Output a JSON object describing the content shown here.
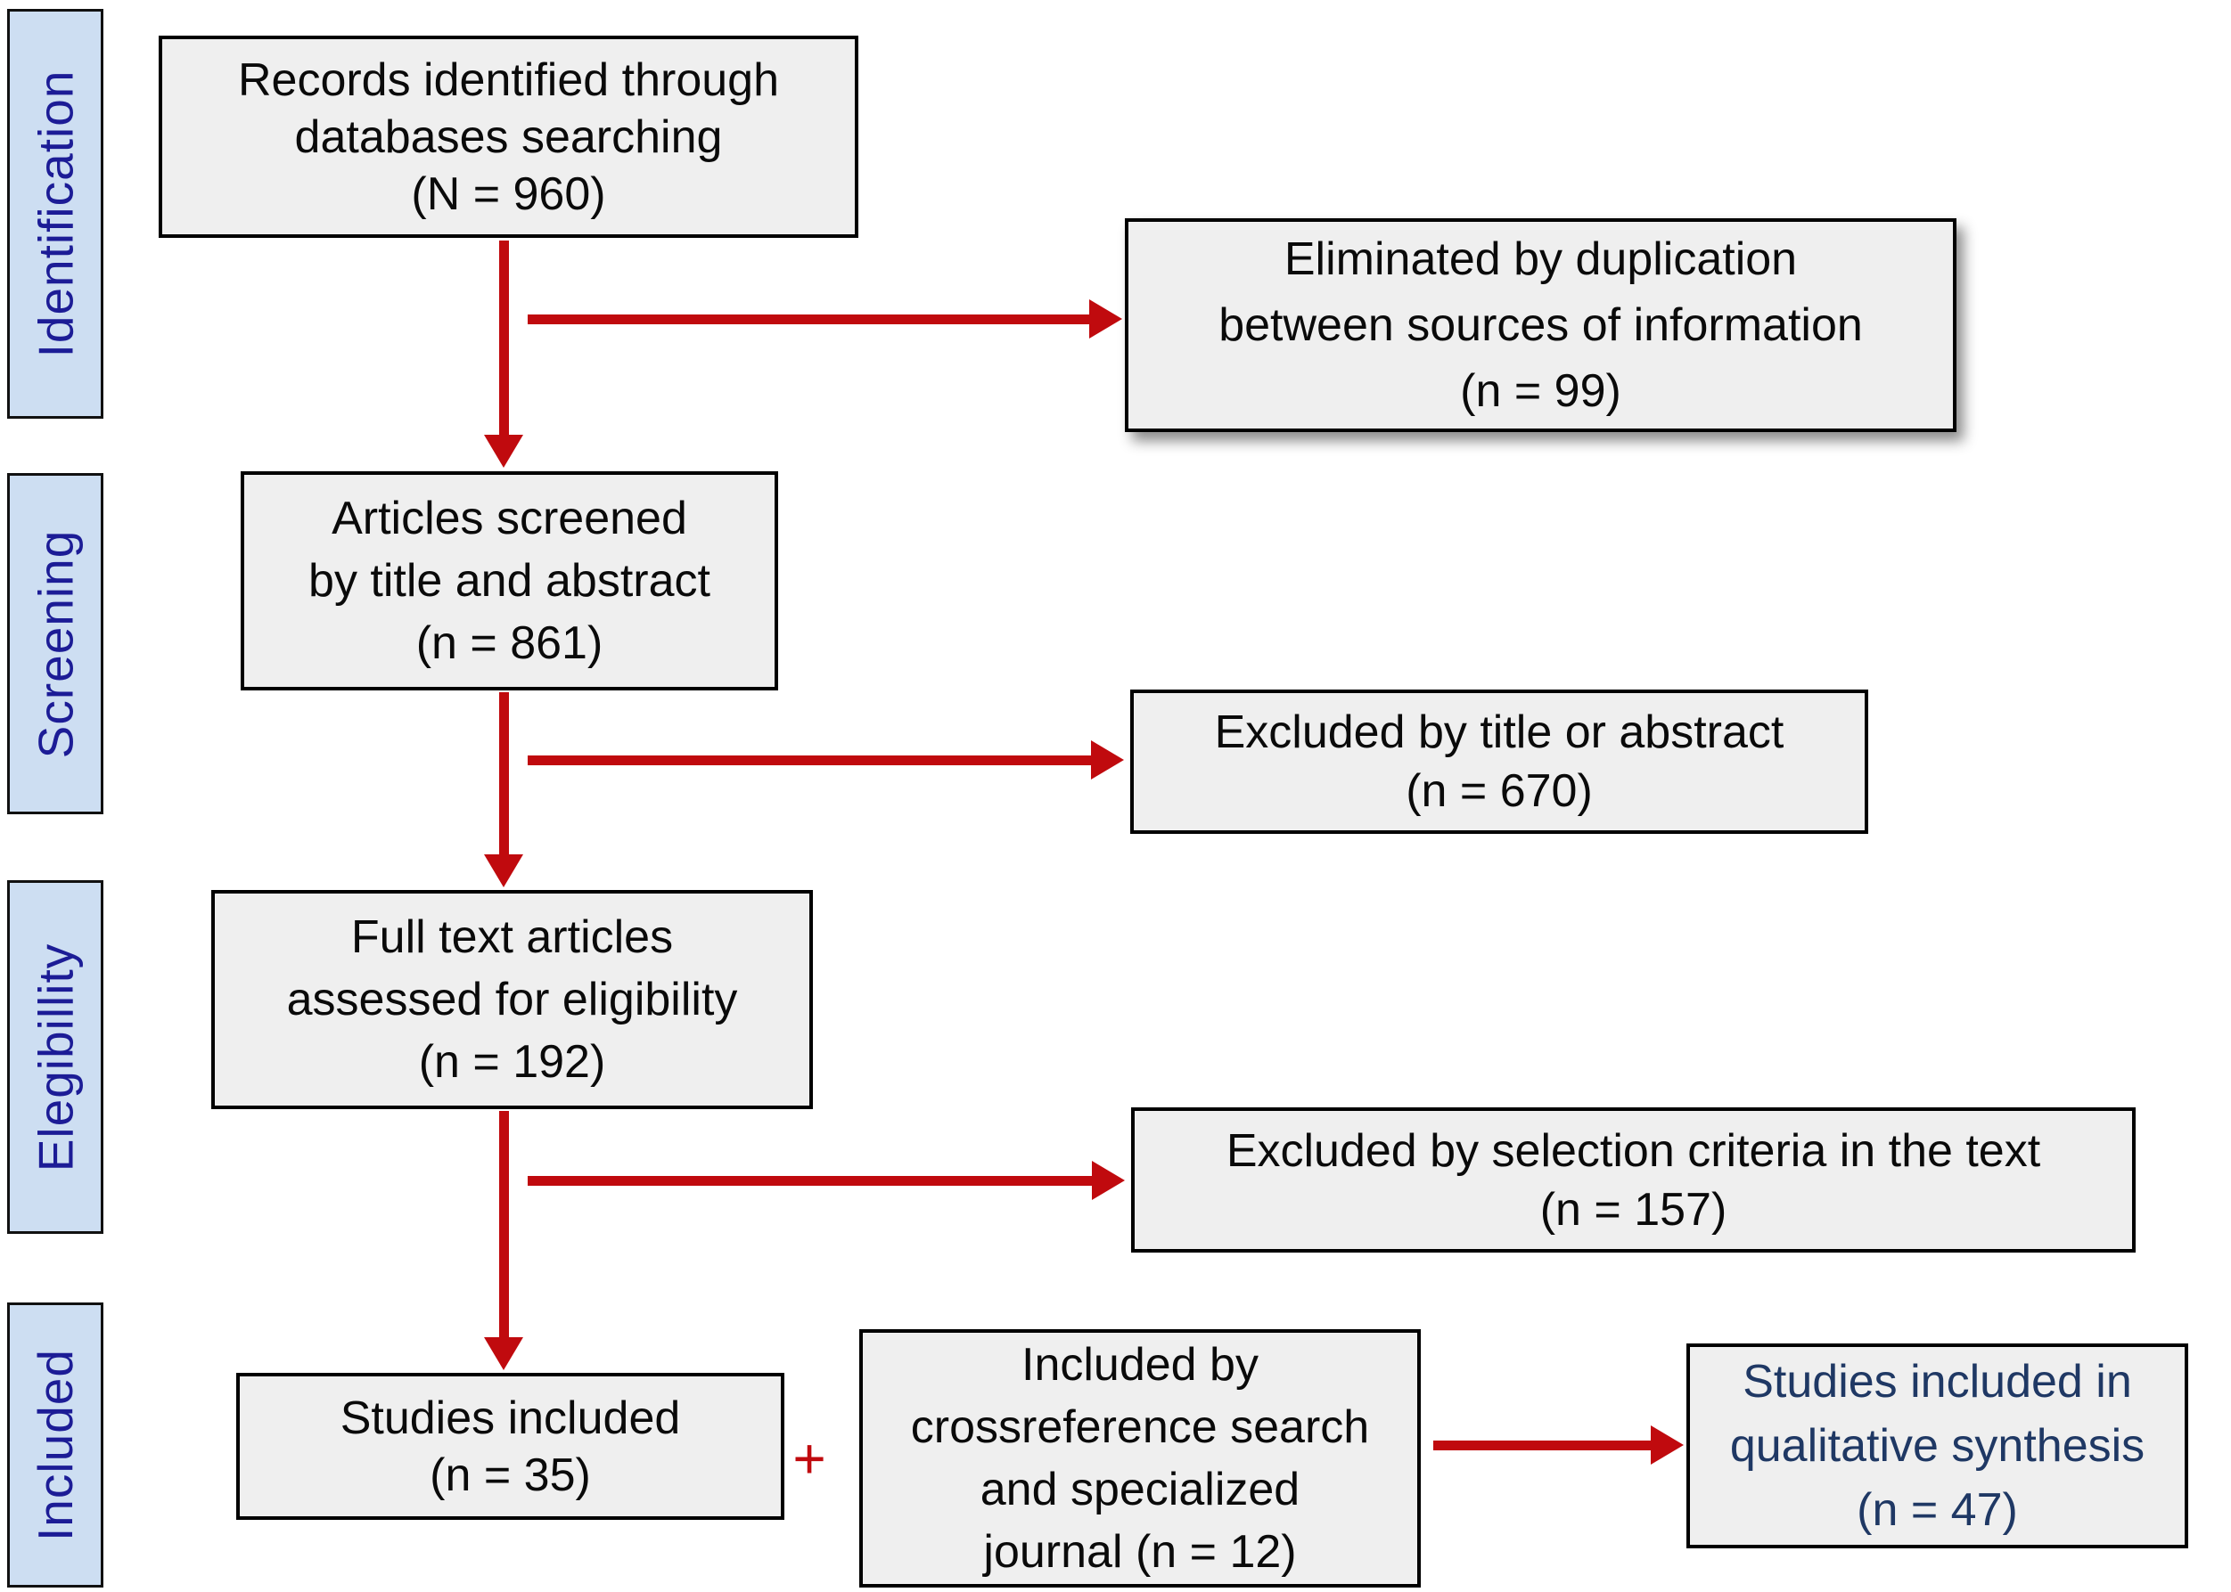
{
  "stages": [
    {
      "label": "Identification"
    },
    {
      "label": "Screening"
    },
    {
      "label": "Elegibillity"
    },
    {
      "label": "Included"
    }
  ],
  "boxes": {
    "records": {
      "text": "Records identified through\ndatabases searching\n(N = 960)"
    },
    "screened": {
      "text": "Articles screened\nby title and abstract\n(n = 861)"
    },
    "fulltext": {
      "text": "Full text articles\nassessed for eligibility\n(n = 192)"
    },
    "included_studies": {
      "text": "Studies included\n(n = 35)"
    },
    "crossref": {
      "text": "Included by\ncrossreference search\nand specialized\njournal (n = 12)"
    },
    "qualitative": {
      "text": "Studies included in\nqualitative synthesis\n(n = 47)"
    }
  },
  "side_boxes": {
    "duplicates": {
      "text": "Eliminated by duplication\nbetween sources of information\n(n = 99)"
    },
    "title_abstract": {
      "text": "Excluded by title or abstract\n(n = 670)"
    },
    "selection_criteria": {
      "text": "Excluded by selection criteria in the text\n(n = 157)"
    }
  },
  "operators": {
    "plus": "+"
  },
  "colors": {
    "arrow_red": "#c00a0e",
    "stage_fill": "#cddef2",
    "stage_text": "#1c1c96",
    "box_fill": "#efefef",
    "box_border": "#000000",
    "qualitative_text": "#1f3864"
  }
}
